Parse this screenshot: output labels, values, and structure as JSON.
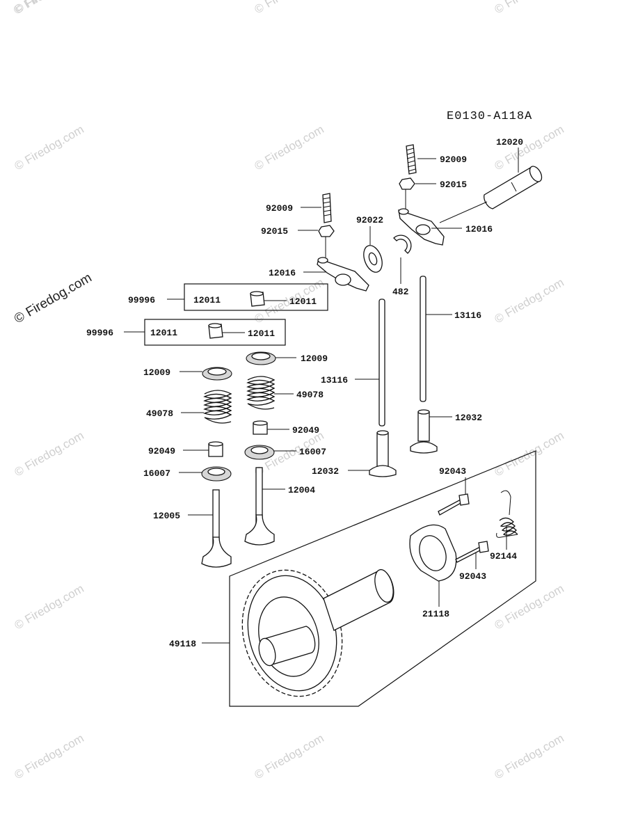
{
  "diagram_code": "E0130-A118A",
  "watermark": "© Firedog.com",
  "watermark_side": "© Firedog.com",
  "labels": {
    "p12020": "12020",
    "p92009_r": "92009",
    "p92015_r": "92015",
    "p12016_r": "12016",
    "p92009_l": "92009",
    "p92015_l": "92015",
    "p92022": "92022",
    "p12016_l": "12016",
    "p482": "482",
    "p99996_a": "99996",
    "p12011_a1": "12011",
    "p12011_a2": "12011",
    "p99996_b": "99996",
    "p12011_b1": "12011",
    "p12011_b2": "12011",
    "p13116_r": "13116",
    "p12009_r": "12009",
    "p12009_l": "12009",
    "p13116_l": "13116",
    "p49078_r": "49078",
    "p49078_l": "49078",
    "p92049_r": "92049",
    "p12032_r": "12032",
    "p92049_l": "92049",
    "p16007_r": "16007",
    "p12032_l": "12032",
    "p16007_l": "16007",
    "p92043_t": "92043",
    "p12004": "12004",
    "p12005": "12005",
    "p92144": "92144",
    "p92043_b": "92043",
    "p21118": "21118",
    "p49118": "49118"
  }
}
